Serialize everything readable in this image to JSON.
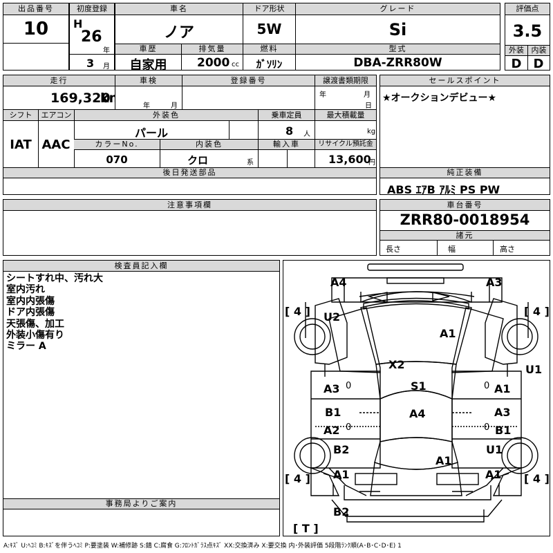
{
  "sheet": {
    "lot": {
      "label": "出品番号",
      "value": "10"
    },
    "first_reg": {
      "label": "初度登録",
      "era": "H",
      "year": "26",
      "year_unit": "年",
      "month": "3",
      "month_unit": "月"
    },
    "car_name": {
      "label": "車名",
      "value": "ノア"
    },
    "doors": {
      "label": "ドア形状",
      "value": "5W"
    },
    "grade": {
      "label": "グレード",
      "value": "Si"
    },
    "score": {
      "label": "評価点",
      "value": "3.5"
    },
    "history": {
      "label": "車歴",
      "value": "自家用"
    },
    "displacement": {
      "label": "排気量",
      "value": "2000",
      "unit": "cc"
    },
    "fuel": {
      "label": "燃料",
      "value": "ｶﾞｿﾘﾝ"
    },
    "model": {
      "label": "型式",
      "value": "DBA-ZRR80W"
    },
    "exterior_grade": {
      "label": "外装",
      "value": "D"
    },
    "interior_grade": {
      "label": "内装",
      "value": "D"
    },
    "mileage": {
      "label": "走行",
      "value": "169,320",
      "unit": "km"
    },
    "inspection": {
      "label": "車検",
      "year_unit": "年",
      "month_unit": "月"
    },
    "registration_no": {
      "label": "登録番号"
    },
    "transfer_deadline": {
      "label": "譲渡書類期限",
      "year_unit": "年",
      "month_unit": "月",
      "day_unit": "日"
    },
    "sales_point": {
      "label": "セールスポイント",
      "value": "★オークションデビュー★"
    },
    "shift": {
      "label": "シフト",
      "value": "IAT"
    },
    "aircon": {
      "label": "エアコン",
      "value": "AAC"
    },
    "exterior_color": {
      "label": "外装色",
      "value": "パール"
    },
    "capacity": {
      "label": "乗車定員",
      "value": "8",
      "unit": "人"
    },
    "max_load": {
      "label": "最大積載量",
      "unit": "kg"
    },
    "color_no": {
      "label": "カラーNo.",
      "value": "070"
    },
    "interior_color": {
      "label": "内装色",
      "value": "クロ",
      "unit": "系"
    },
    "import": {
      "label": "輸入車"
    },
    "recycle": {
      "label": "リサイクル預託金",
      "value": "13,600",
      "unit": "円"
    },
    "later_parts": {
      "label": "後日発送部品"
    },
    "equipment": {
      "label": "純正装備",
      "value": "ABS ｴｱB ｱﾙﾐ PS PW"
    },
    "notes": {
      "label": "注意事項欄"
    },
    "chassis": {
      "label": "車台番号",
      "value": "ZRR80-0018954"
    },
    "specs": {
      "label": "諸元",
      "length": "長さ",
      "width": "幅",
      "height": "高さ"
    },
    "inspector": {
      "label": "検査員記入欄",
      "lines": [
        "シートすれ中、汚れ大",
        "室内汚れ",
        "室内内張傷",
        "ドア内張傷",
        "天張傷、加工",
        "外装小傷有り",
        "ミラー A"
      ]
    },
    "office": {
      "label": "事務局よりご案内"
    },
    "legend": "A:ｷｽﾞ U:ﾍｺﾐ B:ｷｽﾞを伴うﾍｺﾐ P:要塗装 W:補修跡 S:錆 C:腐食 G:ﾌﾛﾝﾄｶﾞﾗｽ点ｷｽﾞ XX:交換済み X:要交換 内･外装評価 5段階ﾗﾝｸ順(A･B･C･D･E) 1"
  },
  "diagram": {
    "marks": {
      "a4_top_left": "A4",
      "a3_top_right": "A3",
      "u2": "U2",
      "a1_hood": "A1",
      "u1_right": "U1",
      "x2": "X2",
      "a3_left": "A3",
      "s1": "S1",
      "a1_right": "A1",
      "b1_left": "B1",
      "a3_right": "A3",
      "a4_roof": "A4",
      "a2_left": "A2",
      "b1_right": "B1",
      "b2_left": "B2",
      "u1_right_rear": "U1",
      "a1_rear": "A1",
      "a1_left_rear": "A1",
      "a1_right_rear": "A1",
      "b2_bottom": "B2",
      "zero_1": "0",
      "zero_2": "0",
      "zero_3": "0",
      "zero_4": "0"
    },
    "tires": {
      "fl": "[ 4 ]",
      "fr": "[ 4 ]",
      "rl": "[ 4 ]",
      "rr": "[ 4 ]",
      "spare": "[ T ]"
    }
  }
}
